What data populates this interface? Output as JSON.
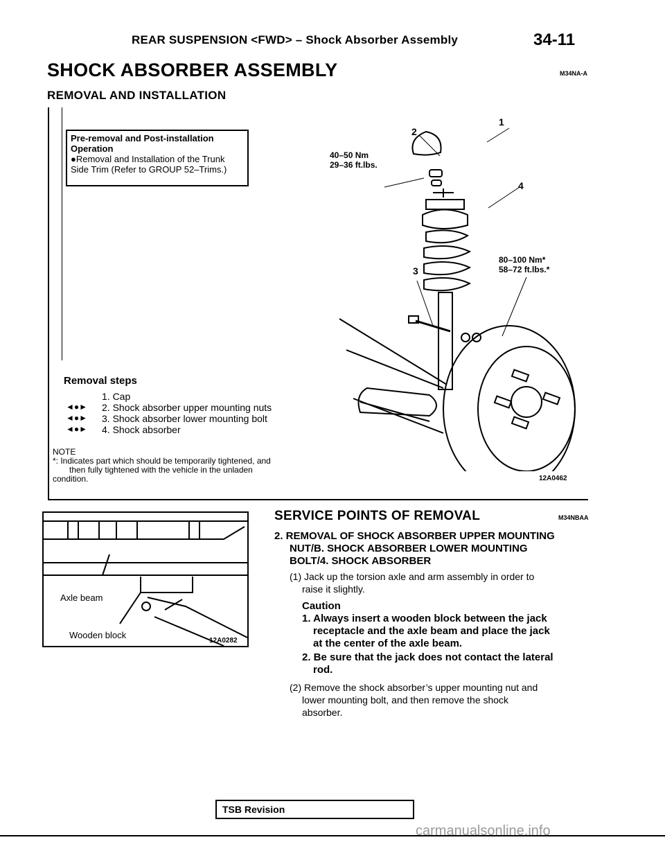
{
  "header": {
    "section": "REAR SUSPENSION <FWD> – Shock Absorber Assembly",
    "page": "34-11"
  },
  "title": "SHOCK ABSORBER ASSEMBLY",
  "title_code": "M34NA-A",
  "subtitle": "REMOVAL AND INSTALLATION",
  "pre_box": {
    "heading": "Pre-removal and Post-installation Operation",
    "item": "●Removal and Installation of the Trunk Side Trim (Refer to GROUP 52–Trims.)"
  },
  "removal": {
    "heading": "Removal steps",
    "steps": [
      {
        "mark": "",
        "text": "1. Cap"
      },
      {
        "mark": "◄●►",
        "text": "2. Shock absorber upper mounting nuts"
      },
      {
        "mark": "◄●►",
        "text": "3. Shock absorber lower mounting bolt"
      },
      {
        "mark": "◄●►",
        "text": "4. Shock absorber"
      }
    ]
  },
  "note": {
    "label": "NOTE",
    "line1": "*: Indicates part which should be temporarily tightened, and",
    "line2": "then fully tightened with the vehicle in the unladen",
    "line3": "condition."
  },
  "main_figure": {
    "code": "12A0462",
    "callouts": [
      "1",
      "2",
      "3",
      "4"
    ],
    "torque1_nm": "40–50 Nm",
    "torque1_ft": "29–36  ft.lbs.",
    "torque2_nm": "80–100 Nm*",
    "torque2_ft": "58–72 ft.lbs.*"
  },
  "jack_figure": {
    "code": "12A0282",
    "label_axle": "Axle beam",
    "label_block": "Wooden block"
  },
  "service": {
    "heading": "SERVICE POINTS OF REMOVAL",
    "code": "M34NBAA",
    "item_title_l1": "2. REMOVAL OF SHOCK ABSORBER UPPER MOUNTING",
    "item_title_l2": "NUT/B. SHOCK ABSORBER LOWER MOUNTING",
    "item_title_l3": "BOLT/4. SHOCK ABSORBER",
    "step1_l1": "(1) Jack up the torsion axle and arm assembly in order to",
    "step1_l2": "raise it slightly.",
    "caution": "Caution",
    "c1_l1": "1. Always insert a wooden block between the jack",
    "c1_l2": "receptacle and the axle beam and place the jack",
    "c1_l3": "at the center of the axle beam.",
    "c2_l1": "2. Be sure that the jack does not contact the lateral",
    "c2_l2": "rod.",
    "step2_l1": "(2) Remove the shock absorber’s upper mounting nut and",
    "step2_l2": "lower mounting bolt, and then remove the shock",
    "step2_l3": "absorber."
  },
  "footer": {
    "tsb": "TSB Revision",
    "watermark": "carmanualsonline.info"
  }
}
